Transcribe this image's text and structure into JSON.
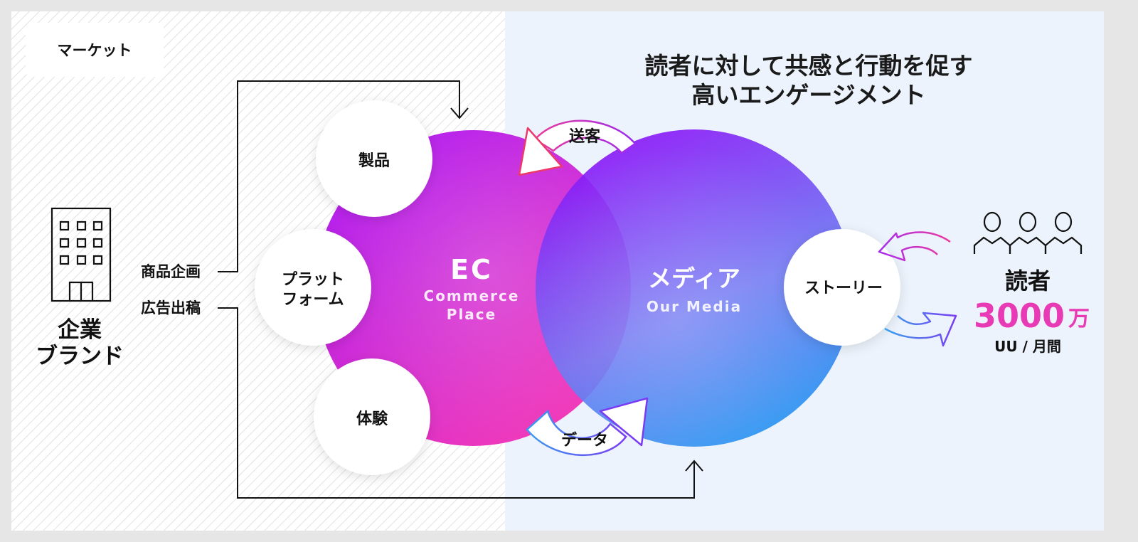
{
  "market_label": "マーケット",
  "headline": {
    "line1": "読者に対して共感と行動を促す",
    "line2": "高いエンゲージメント"
  },
  "company": {
    "line1": "企業",
    "line2": "ブランド"
  },
  "inputs": {
    "planning": "商品企画",
    "advertising": "広告出稿"
  },
  "ec": {
    "title": "EC",
    "sub1": "Commerce",
    "sub2": "Place"
  },
  "media": {
    "title": "メディア",
    "sub": "Our Media"
  },
  "satellites": {
    "product": "製品",
    "platform_line1": "プラット",
    "platform_line2": "フォーム",
    "experience": "体験",
    "story": "ストーリー"
  },
  "flows": {
    "send_customers": "送客",
    "data": "データ"
  },
  "readers": {
    "label": "読者",
    "number": "3000",
    "unit": "万",
    "per": "UU / 月間"
  },
  "colors": {
    "ec_start": "#b21cf2",
    "ec_end": "#f23ab8",
    "media_start": "#8a1cf5",
    "media_end": "#1a8ef2",
    "accent_pink": "#e83ab4",
    "right_bg": "#ecf3fc"
  }
}
